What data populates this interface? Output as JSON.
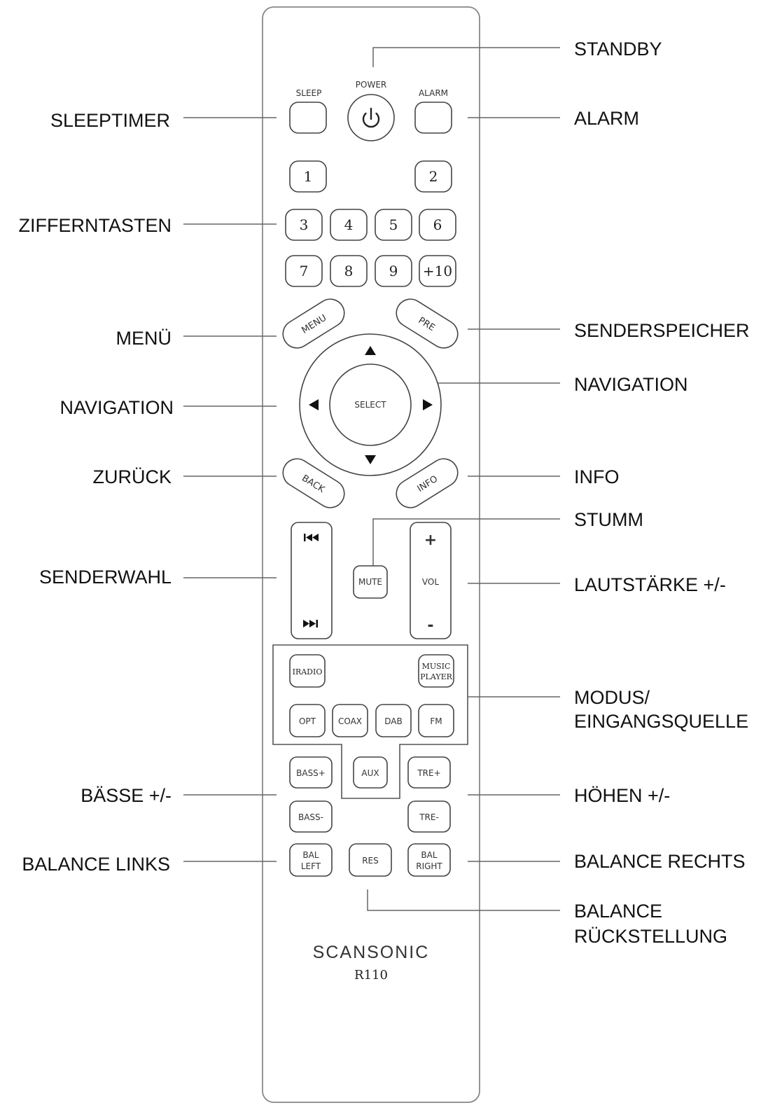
{
  "remote": {
    "top_labels": {
      "sleep": "SLEEP",
      "power": "POWER",
      "alarm": "ALARM"
    },
    "digits": [
      "1",
      "2",
      "3",
      "4",
      "5",
      "6",
      "7",
      "8",
      "9",
      "+10"
    ],
    "menu": "MENU",
    "pre": "PRE",
    "select": "SELECT",
    "back": "BACK",
    "info": "INFO",
    "mute": "MUTE",
    "vol": {
      "label": "VOL",
      "plus": "+",
      "minus": "-"
    },
    "modes": {
      "iradio": "IRADIO",
      "music_player_line1": "MUSIC",
      "music_player_line2": "PLAYER",
      "opt": "OPT",
      "coax": "COAX",
      "dab": "DAB",
      "fm": "FM",
      "aux": "AUX"
    },
    "tone": {
      "bass_plus": "BASS+",
      "bass_minus": "BASS-",
      "treble_plus": "TRE+",
      "treble_minus": "TRE-"
    },
    "balance": {
      "left_line1": "BAL",
      "left_line2": "LEFT",
      "reset": "RES",
      "right_line1": "BAL",
      "right_line2": "RIGHT"
    },
    "brand": "SCANSONIC",
    "model": "R110"
  },
  "callouts_left": {
    "sleeptimer": "SLEEPTIMER",
    "zifferntasten": "ZIFFERNTASTEN",
    "menue": "MENÜ",
    "navigation": "NAVIGATION",
    "zurueck": "ZURÜCK",
    "senderwahl": "SENDERWAHL",
    "baesse": "BÄSSE +/-",
    "balance_links": "BALANCE LINKS"
  },
  "callouts_right": {
    "standby": "STANDBY",
    "alarm": "ALARM",
    "senderspeicher": "SENDERSPEICHER",
    "navigation": "NAVIGATION",
    "info": "INFO",
    "stumm": "STUMM",
    "lautstaerke": "LAUTSTÄRKE +/-",
    "modus_line1": "MODUS/",
    "modus_line2": "EINGANGSQUELLE",
    "hoehen": "HÖHEN +/-",
    "balance_rechts": "BALANCE RECHTS",
    "balance_reset_line1": "BALANCE",
    "balance_reset_line2": "RÜCKSTELLUNG"
  }
}
